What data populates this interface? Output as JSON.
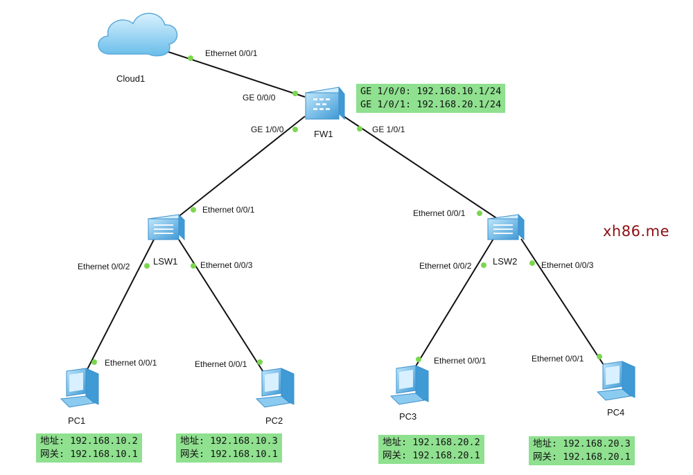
{
  "devices": {
    "cloud1": "Cloud1",
    "fw1": "FW1",
    "lsw1": "LSW1",
    "lsw2": "LSW2",
    "pc1": "PC1",
    "pc2": "PC2",
    "pc3": "PC3",
    "pc4": "PC4"
  },
  "ports": {
    "cloud_eth": "Ethernet 0/0/1",
    "fw_ge000": "GE 0/0/0",
    "fw_ge100": "GE 1/0/0",
    "fw_ge101": "GE 1/0/1",
    "lsw1_eth1": "Ethernet 0/0/1",
    "lsw1_eth2": "Ethernet 0/0/2",
    "lsw1_eth3": "Ethernet 0/0/3",
    "lsw2_eth1": "Ethernet 0/0/1",
    "lsw2_eth2": "Ethernet 0/0/2",
    "lsw2_eth3": "Ethernet 0/0/3",
    "pc1_eth": "Ethernet 0/0/1",
    "pc2_eth": "Ethernet 0/0/1",
    "pc3_eth": "Ethernet 0/0/1",
    "pc4_eth": "Ethernet 0/0/1"
  },
  "fw_info": {
    "line1": "GE 1/0/0: 192.168.10.1/24",
    "line2": "GE 1/0/1: 192.168.20.1/24"
  },
  "pc_info": {
    "pc1": {
      "addr": "地址: 192.168.10.2",
      "gw": "网关: 192.168.10.1"
    },
    "pc2": {
      "addr": "地址: 192.168.10.3",
      "gw": "网关: 192.168.10.1"
    },
    "pc3": {
      "addr": "地址: 192.168.20.2",
      "gw": "网关: 192.168.20.1"
    },
    "pc4": {
      "addr": "地址: 192.168.20.3",
      "gw": "网关: 192.168.20.1"
    }
  },
  "watermark": "xh86.me",
  "colors": {
    "link_dot": "#7bd650",
    "info_box": "#8fe08f",
    "device_blue": "#4aa6e0",
    "watermark": "#8b0f12"
  },
  "icons": {
    "cloud": "cloud-icon",
    "firewall": "firewall-icon",
    "switch": "switch-icon",
    "pc": "pc-icon"
  }
}
